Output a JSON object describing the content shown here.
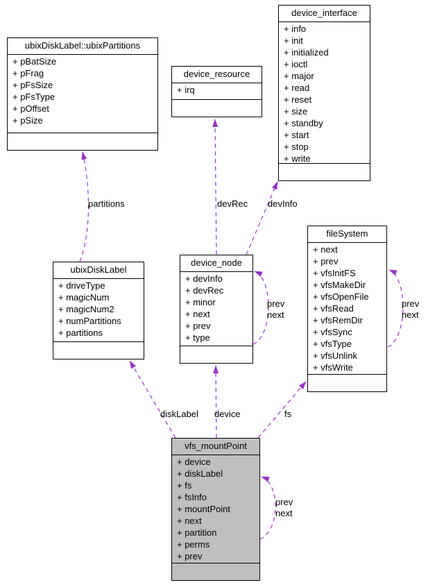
{
  "diagram_type": "uml-collaboration-diagram",
  "colors": {
    "edge": "#9a32cd",
    "node_border": "#000000",
    "node_fill": "#ffffff",
    "highlight_fill": "#bfbfbf",
    "text": "#000000"
  },
  "classes": [
    {
      "id": "ubixPartitions",
      "title": "ubixDiskLabel::ubixPartitions",
      "members": [
        "+ pBatSize",
        "+ pFrag",
        "+ pFsSize",
        "+ pFsType",
        "+ pOffset",
        "+ pSize"
      ],
      "highlighted": false
    },
    {
      "id": "device_resource",
      "title": "device_resource",
      "members": [
        "+ irq"
      ],
      "highlighted": false
    },
    {
      "id": "device_interface",
      "title": "device_interface",
      "members": [
        "+ info",
        "+ init",
        "+ initialized",
        "+ ioctl",
        "+ major",
        "+ read",
        "+ reset",
        "+ size",
        "+ standby",
        "+ start",
        "+ stop",
        "+ write"
      ],
      "highlighted": false
    },
    {
      "id": "ubixDiskLabel",
      "title": "ubixDiskLabel",
      "members": [
        "+ driveType",
        "+ magicNum",
        "+ magicNum2",
        "+ numPartitions",
        "+ partitions"
      ],
      "highlighted": false
    },
    {
      "id": "device_node",
      "title": "device_node",
      "members": [
        "+ devInfo",
        "+ devRec",
        "+ minor",
        "+ next",
        "+ prev",
        "+ type"
      ],
      "highlighted": false
    },
    {
      "id": "fileSystem",
      "title": "fileSystem",
      "members": [
        "+ next",
        "+ prev",
        "+ vfsInitFS",
        "+ vfsMakeDir",
        "+ vfsOpenFile",
        "+ vfsRead",
        "+ vfsRemDir",
        "+ vfsSync",
        "+ vfsType",
        "+ vfsUnlink",
        "+ vfsWrite"
      ],
      "highlighted": false
    },
    {
      "id": "vfs_mountPoint",
      "title": "vfs_mountPoint",
      "members": [
        "+ device",
        "+ diskLabel",
        "+ fs",
        "+ fsInfo",
        "+ mountPoint",
        "+ next",
        "+ partition",
        "+ perms",
        "+ prev"
      ],
      "highlighted": true
    }
  ],
  "edges": {
    "partitions": {
      "label": "partitions"
    },
    "devRec": {
      "label": "devRec"
    },
    "devInfo": {
      "label": "devInfo"
    },
    "diskLabel": {
      "label": "diskLabel"
    },
    "device": {
      "label": "device"
    },
    "fs": {
      "label": "fs"
    },
    "device_node_self": {
      "line1": "prev",
      "line2": "next"
    },
    "fileSystem_self": {
      "line1": "prev",
      "line2": "next"
    },
    "vfs_mountPoint_self": {
      "line1": "prev",
      "line2": "next"
    }
  }
}
